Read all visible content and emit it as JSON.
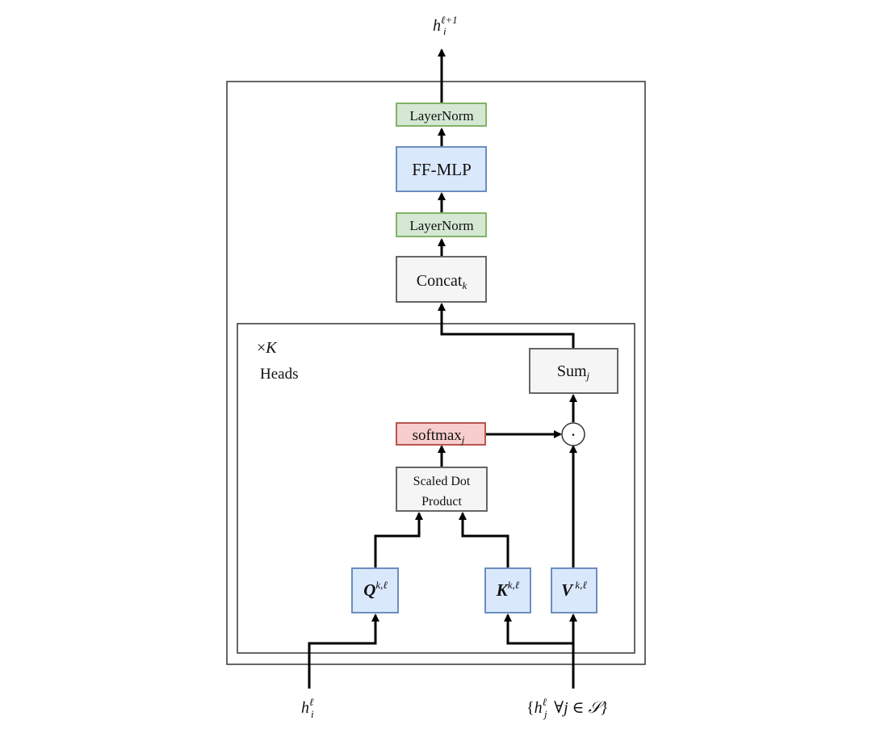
{
  "diagram": {
    "output_label": {
      "base": "h",
      "sub": "i",
      "sup": "ℓ+1"
    },
    "input_left": {
      "base": "h",
      "sub": "i",
      "sup": "ℓ"
    },
    "input_right": {
      "prefix": "{",
      "base": "h",
      "sub": "j",
      "sup": "ℓ",
      "rest": " ∀j ∈ 𝒮}"
    },
    "layernorm_top": "LayerNorm",
    "ff_mlp": "FF-MLP",
    "layernorm_bottom": "LayerNorm",
    "concat": {
      "base": "Concat",
      "sub": "k"
    },
    "heads": {
      "times": "×",
      "k": "K",
      "label": "Heads"
    },
    "sum": {
      "base": "Sum",
      "sub": "j"
    },
    "softmax": {
      "base": "softmax",
      "sub": "j"
    },
    "dot_symbol": "·",
    "scaled_dot": [
      "Scaled Dot",
      "Product"
    ],
    "q": {
      "base": "Q",
      "sup": "k,ℓ"
    },
    "k_box": {
      "base": "K",
      "sup": "k,ℓ"
    },
    "v": {
      "base": "V",
      "sup": " k,ℓ"
    },
    "colors": {
      "green_fill": "#d5e8d4",
      "green_stroke": "#82b366",
      "blue_fill": "#dae8fc",
      "blue_stroke": "#6c8ebf",
      "gray_fill": "#f5f5f5",
      "gray_stroke": "#666666",
      "red_fill": "#f8cecc",
      "red_stroke": "#b85450"
    }
  }
}
